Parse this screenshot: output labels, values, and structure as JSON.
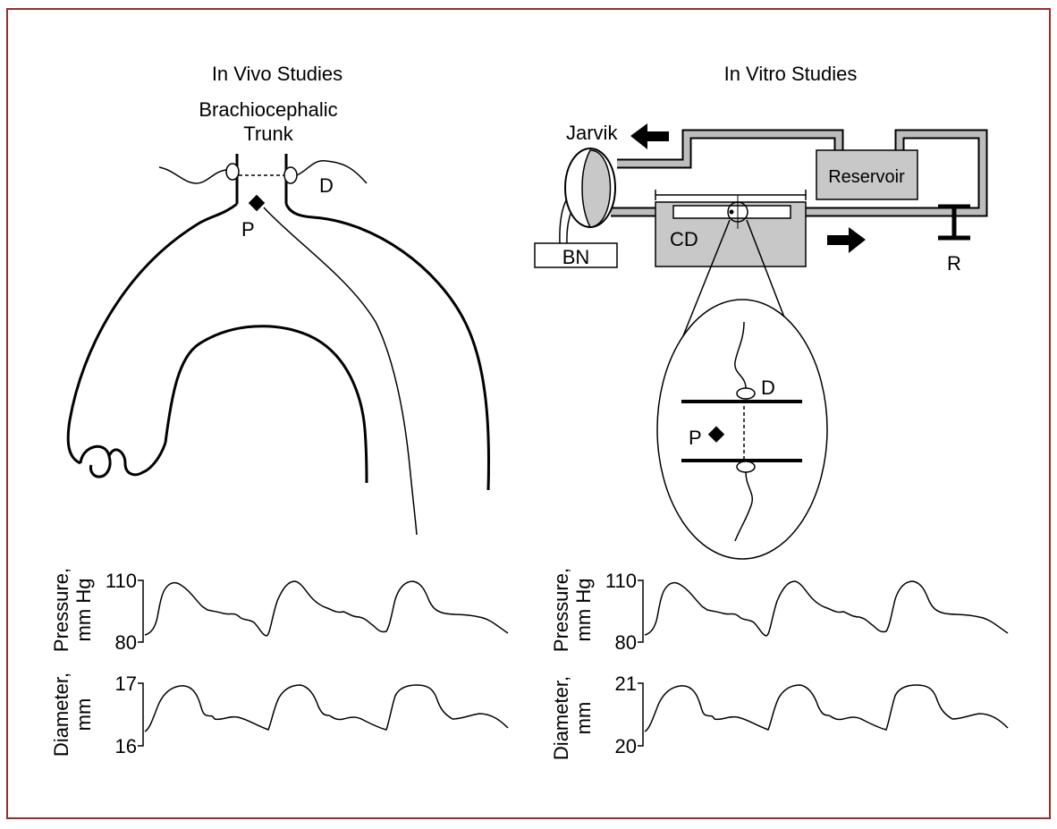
{
  "colors": {
    "frame": "#9b2c2c",
    "ink": "#000000",
    "device_fill": "#c8c8c8",
    "tube_fill": "#bdbdbd",
    "background": "#ffffff"
  },
  "in_vivo": {
    "title": "In Vivo Studies",
    "vessel_label_line1": "Brachiocephalic",
    "vessel_label_line2": "Trunk",
    "diameter_label": "D",
    "pressure_label": "P"
  },
  "in_vitro": {
    "title": "In Vitro Studies",
    "pump_label": "Jarvik",
    "reservoir_label": "Reservoir",
    "chamber_label": "CD",
    "base_label": "BN",
    "resistance_label": "R",
    "zoom_diameter_label": "D",
    "zoom_pressure_label": "P"
  },
  "traces": {
    "in_vivo_pressure": {
      "ylabel_line1": "Pressure,",
      "ylabel_line2": "mm Hg",
      "tick_top": "110",
      "tick_bottom": "80"
    },
    "in_vivo_diameter": {
      "ylabel_line1": "Diameter,",
      "ylabel_line2": "mm",
      "tick_top": "17",
      "tick_bottom": "16"
    },
    "in_vitro_pressure": {
      "ylabel_line1": "Pressure,",
      "ylabel_line2": "mm Hg",
      "tick_top": "110",
      "tick_bottom": "80"
    },
    "in_vitro_diameter": {
      "ylabel_line1": "Diameter,",
      "ylabel_line2": "mm",
      "tick_top": "21",
      "tick_bottom": "20"
    }
  }
}
